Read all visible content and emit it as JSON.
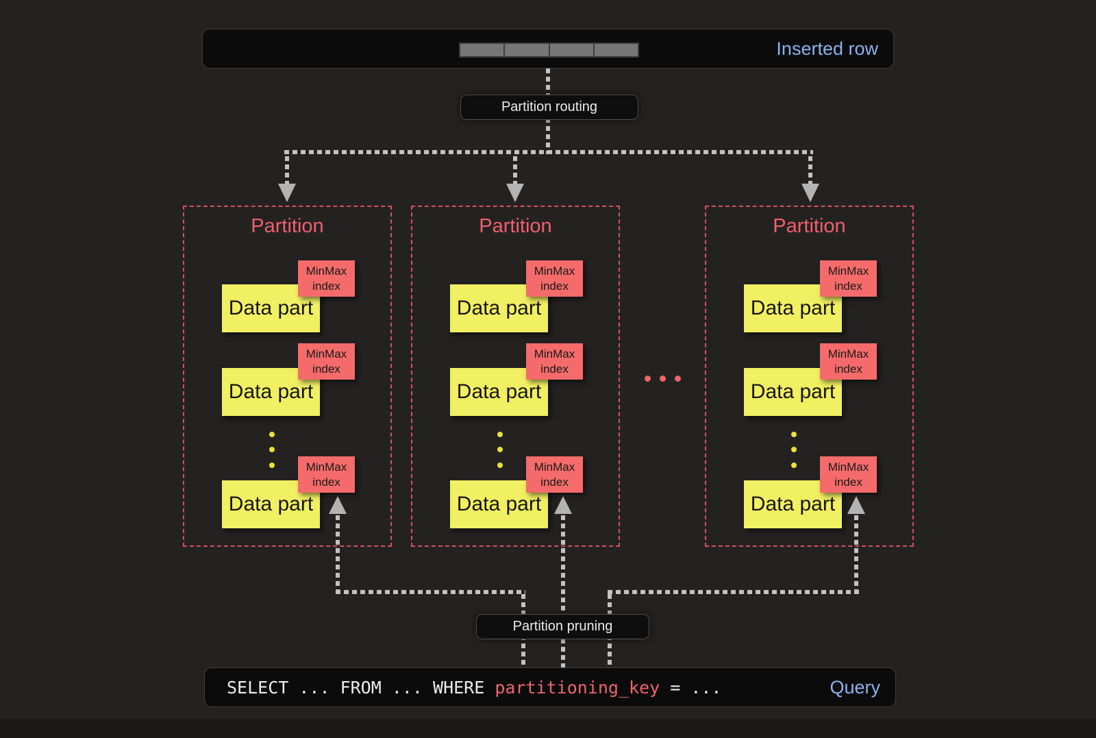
{
  "colors": {
    "background": "#242221",
    "bar_background": "#0b0b0b",
    "blue_text": "#8db2f0",
    "partition_red": "#f05f6d",
    "minmax_red": "#f56b6b",
    "datapart_yellow": "#f1ef62",
    "line_gray": "#c3c3c3"
  },
  "inserted_row_bar": {
    "label": "Inserted row",
    "segment_count": 4
  },
  "routing_label": "Partition routing",
  "pruning_label": "Partition pruning",
  "partitions": [
    {
      "title": "Partition",
      "parts": [
        {
          "label": "Data part",
          "index_label": "MinMax index"
        },
        {
          "label": "Data part",
          "index_label": "MinMax index"
        },
        {
          "label": "Data part",
          "index_label": "MinMax index"
        }
      ]
    },
    {
      "title": "Partition",
      "parts": [
        {
          "label": "Data part",
          "index_label": "MinMax index"
        },
        {
          "label": "Data part",
          "index_label": "MinMax index"
        },
        {
          "label": "Data part",
          "index_label": "MinMax index"
        }
      ]
    },
    {
      "title": "Partition",
      "parts": [
        {
          "label": "Data part",
          "index_label": "MinMax index"
        },
        {
          "label": "Data part",
          "index_label": "MinMax index"
        },
        {
          "label": "Data part",
          "index_label": "MinMax index"
        }
      ]
    }
  ],
  "query_bar": {
    "sql_prefix": "SELECT ... FROM ... WHERE ",
    "sql_key": "partitioning_key",
    "sql_suffix": " = ...",
    "label": "Query"
  }
}
